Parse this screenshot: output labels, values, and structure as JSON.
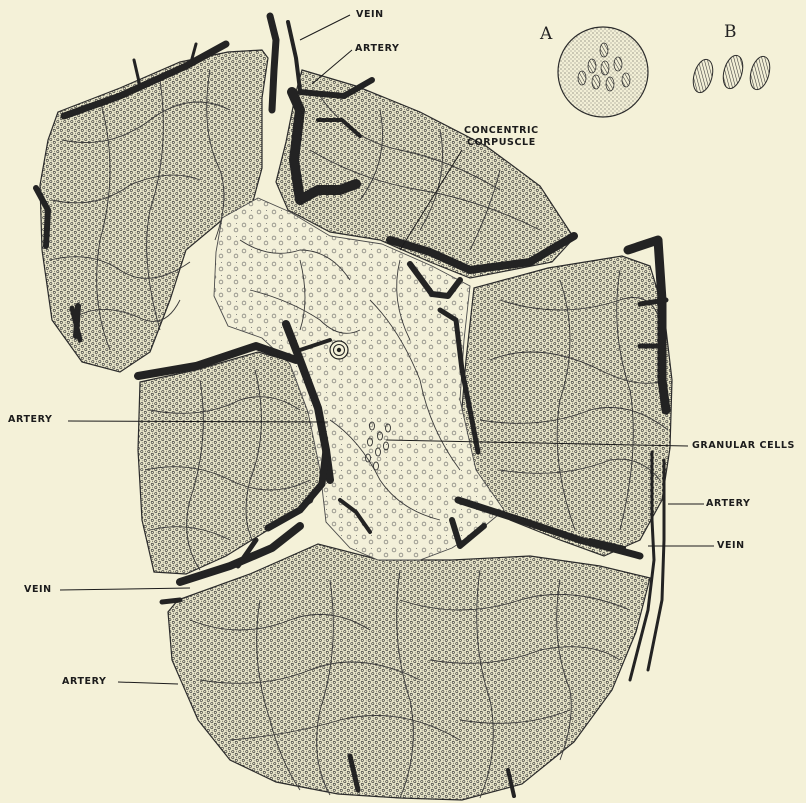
{
  "figure": {
    "labels": {
      "vein_top": "VEIN",
      "artery_top": "ARTERY",
      "concentric_corpuscle_line1": "CONCENTRIC",
      "concentric_corpuscle_line2": "CORPUSCLE",
      "artery_left": "ARTERY",
      "granular_cells": "GRANULAR CELLS",
      "artery_right": "ARTERY",
      "vein_right": "VEIN",
      "vein_left": "VEIN",
      "artery_bottom": "ARTERY"
    },
    "inset_labels": {
      "a": "A",
      "b": "B"
    }
  }
}
